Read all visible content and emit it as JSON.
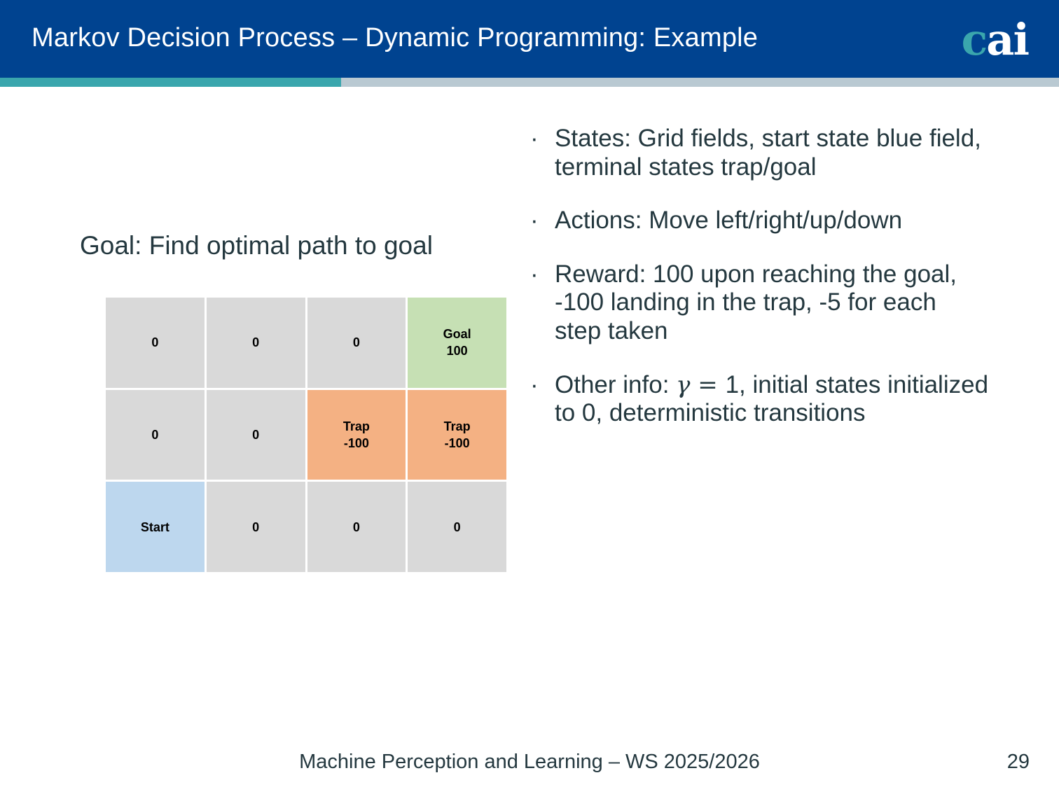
{
  "header": {
    "title": "Markov Decision Process – Dynamic Programming: Example",
    "logo_c": "c",
    "logo_ai": "ai",
    "bar_color": "#004390",
    "accent_teal": "#3aa6ad",
    "accent_gray": "#b9c9d2"
  },
  "left": {
    "goal_heading": "Goal: Find optimal path to goal",
    "grid": {
      "rows": [
        [
          {
            "type": "empty",
            "line1": "0",
            "line2": ""
          },
          {
            "type": "empty",
            "line1": "0",
            "line2": ""
          },
          {
            "type": "empty",
            "line1": "0",
            "line2": ""
          },
          {
            "type": "goal",
            "line1": "Goal",
            "line2": "100"
          }
        ],
        [
          {
            "type": "empty",
            "line1": "0",
            "line2": ""
          },
          {
            "type": "empty",
            "line1": "0",
            "line2": ""
          },
          {
            "type": "trap",
            "line1": "Trap",
            "line2": "-100"
          },
          {
            "type": "trap",
            "line1": "Trap",
            "line2": "-100"
          }
        ],
        [
          {
            "type": "start",
            "line1": "Start",
            "line2": ""
          },
          {
            "type": "empty",
            "line1": "0",
            "line2": ""
          },
          {
            "type": "empty",
            "line1": "0",
            "line2": ""
          },
          {
            "type": "empty",
            "line1": "0",
            "line2": ""
          }
        ]
      ],
      "colors": {
        "empty": "#d9d9d9",
        "goal": "#c6e0b4",
        "trap": "#f4b183",
        "start": "#bdd7ee"
      }
    }
  },
  "right": {
    "bullet_marker": "·",
    "bullets": [
      {
        "text": "States: Grid fields, start state blue field, terminal states trap/goal"
      },
      {
        "text": "Actions: Move left/right/up/down"
      },
      {
        "text": "Reward: 100 upon reaching the goal, -100 landing in the trap, -5 for each step taken"
      },
      {
        "prefix": "Other info: ",
        "symbol": "γ = ",
        "suffix": "1, initial states initialized to 0, deterministic transitions"
      }
    ]
  },
  "footer": {
    "course": "Machine Perception and Learning – WS 2025/2026",
    "page": "29"
  }
}
